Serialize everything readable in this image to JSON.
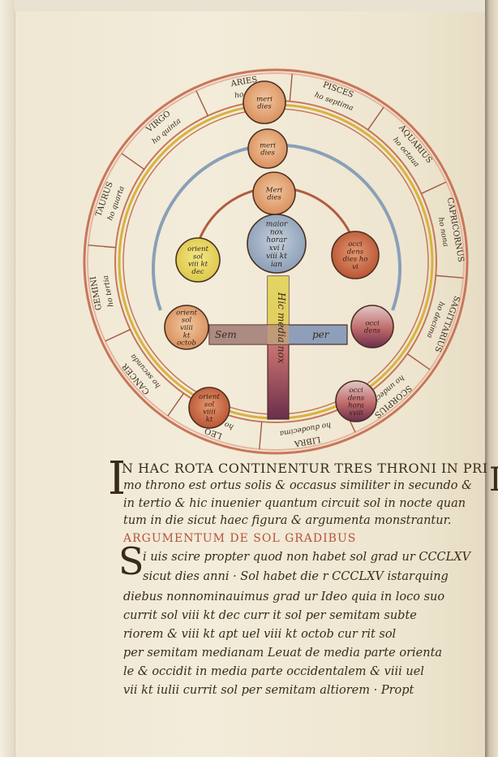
{
  "diagram": {
    "zodiac": [
      {
        "sign": "ARIES",
        "hour": "ho sex"
      },
      {
        "sign": "PISCES",
        "hour": "ho septima"
      },
      {
        "sign": "AQUARIUS",
        "hour": "ho octaua"
      },
      {
        "sign": "CAPRICORNUS",
        "hour": "ho nona"
      },
      {
        "sign": "SAGITTARIUS",
        "hour": "ho decima"
      },
      {
        "sign": "SCORPIUS",
        "hour": "ho undecima"
      },
      {
        "sign": "LIBRA",
        "hour": "ho duodecima"
      },
      {
        "sign": "LEO",
        "hour": "ho prima"
      },
      {
        "sign": "CANCER",
        "hour": "ho secunda"
      },
      {
        "sign": "GEMINI",
        "hour": "ho tertia"
      },
      {
        "sign": "TAURUS",
        "hour": "ho quarta"
      },
      {
        "sign": "VIRGO",
        "hour": "ho quinta"
      }
    ],
    "discs": {
      "top1": "meri dies",
      "top2": "meri dies",
      "top3": "Meri dies",
      "center": "maior nox horar xvi l viii kt ian",
      "left": "orient sol viii kt dec",
      "right": "occi dens dies ho vi",
      "left_low": "orient sol viiii kt octob",
      "right_low": "occi dens",
      "bottom_left": "orient sol viiii kt",
      "bottom_right": "occi dens hora xviii"
    },
    "cross": {
      "vertical": "Hic media nox",
      "left_arm": "Sem",
      "right_arm": "per"
    }
  },
  "text": {
    "initial_I": "I",
    "line1": "N HAC ROTA CONTINENTUR TRES THRONI IN PRI",
    "line2": "mo throno est ortus solis & occasus similiter in secundo &",
    "line3": "in tertio & hic inuenier quantum circuit sol in nocte quan",
    "line4": "tum in die sicut haec figura & argumenta monstrantur.",
    "rubric": "ARGUMENTUM DE SOL GRADIBUS",
    "initial_S": "S",
    "line5": "i uis scire propter quod non habet sol grad ur CCCLXV",
    "line6": "sicut dies anni · Sol habet die r CCCLXV istarquing",
    "line7": "diebus nonnominauimus grad ur Ideo quia in loco suo",
    "line8": "currit sol viii kt dec curr it sol per semitam subte",
    "line9": "riorem & viii kt apt uel viii kt octob cur rit sol",
    "line10": "per semitam medianam Leuat de media parte orienta",
    "line11": "le & occidit in media parte occidentalem & viii uel",
    "line12": "vii kt iulii currit sol per semitam altiorem · Propt",
    "right_margin": "I"
  },
  "colors": {
    "ring_red": "#c8765a",
    "ring_gold": "#d6b33c",
    "ring_blue": "#8aa0b8",
    "cross_yellow": "#e3d65a",
    "cross_blue": "#8f9fba",
    "cross_purple": "#8a6a7c",
    "ink": "#3a2a1a",
    "rubric": "#b4533c"
  }
}
